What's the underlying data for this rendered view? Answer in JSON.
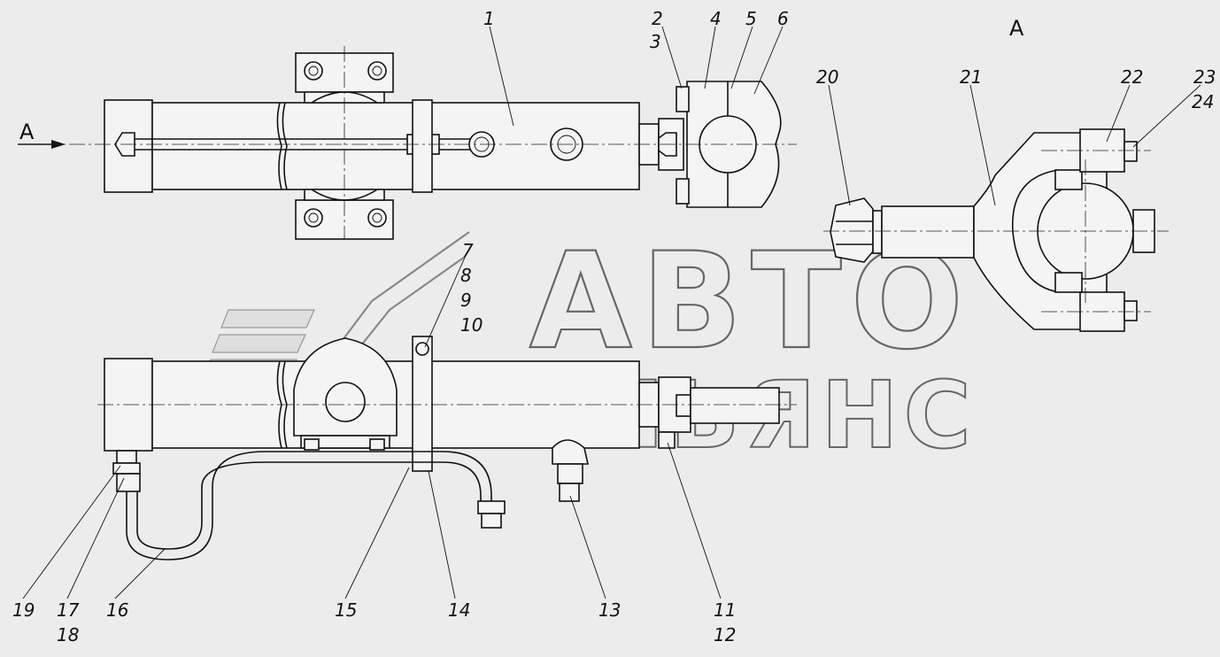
{
  "view_label": "A",
  "arrow_label": "A",
  "watermark": {
    "line1": "АВТО",
    "line2": "АЛЬЯНС"
  },
  "callouts": {
    "c1": "1",
    "c2": "2",
    "c3": "3",
    "c4": "4",
    "c5": "5",
    "c6": "6",
    "c7": "7",
    "c8": "8",
    "c9": "9",
    "c10": "10",
    "c11": "11",
    "c12": "12",
    "c13": "13",
    "c14": "14",
    "c15": "15",
    "c16": "16",
    "c17": "17",
    "c18": "18",
    "c19": "19",
    "c20": "20",
    "c21": "21",
    "c22": "22",
    "c23": "23",
    "c24": "24"
  }
}
